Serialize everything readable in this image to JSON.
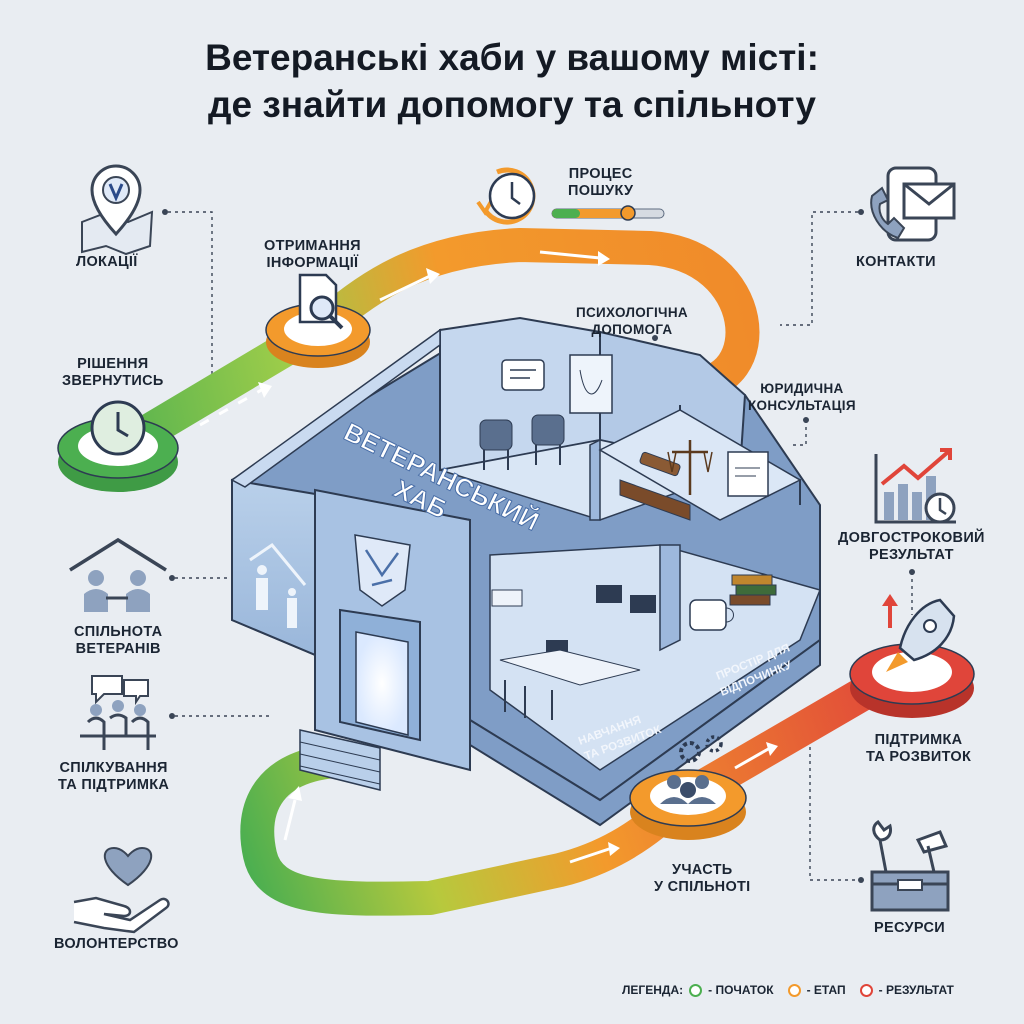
{
  "title": {
    "line1": "Ветеранські хаби у вашому місті:",
    "line2": "де знайти допомогу та спільноту"
  },
  "hub": {
    "sign_line1": "ВЕТЕРАНСЬКИЙ",
    "sign_line2": "ХАБ"
  },
  "side_items": {
    "locations": {
      "label": "ЛОКАЦІЇ",
      "icon": "map-pin-icon"
    },
    "community": {
      "line1": "СПІЛЬНОТА",
      "line2": "ВЕТЕРАНІВ",
      "icon": "people-house-icon"
    },
    "communication": {
      "line1": "СПІЛКУВАННЯ",
      "line2": "ТА ПІДТРИМКА",
      "icon": "chat-group-icon"
    },
    "volunteering": {
      "label": "ВОЛОНТЕРСТВО",
      "icon": "heart-hand-icon"
    },
    "contacts": {
      "label": "КОНТАКТИ",
      "icon": "phone-mail-icon"
    },
    "longterm": {
      "line1": "ДОВГОСТРОКОВИЙ",
      "line2": "РЕЗУЛЬТАТ",
      "icon": "growth-chart-icon"
    },
    "resources": {
      "label": "РЕСУРСИ",
      "icon": "toolbox-icon"
    }
  },
  "path_steps": {
    "decision": {
      "line1": "РІШЕННЯ",
      "line2": "ЗВЕРНУТИСЬ",
      "icon": "clock-icon"
    },
    "info": {
      "line1": "ОТРИМАННЯ",
      "line2": "ІНФОРМАЦІЇ",
      "icon": "document-search-icon"
    },
    "search": {
      "line1": "ПРОЦЕС",
      "line2": "ПОШУКУ",
      "icon": "timer-icon"
    },
    "participation": {
      "line1": "УЧАСТЬ",
      "line2": "У СПІЛЬНОТІ",
      "icon": "group-gears-icon"
    },
    "support": {
      "line1": "ПІДТРИМКА",
      "line2": "ТА РОЗВИТОК",
      "icon": "rocket-icon"
    }
  },
  "rooms": {
    "psych": {
      "line1": "ПСИХОЛОГІЧНА",
      "line2": "ДОПОМОГА"
    },
    "legal": {
      "line1": "ЮРИДИЧНА",
      "line2": "КОНСУЛЬТАЦІЯ"
    },
    "learning": {
      "line1": "НАВЧАННЯ",
      "line2": "ТА РОЗВИТОК"
    },
    "rest": {
      "line1": "ПРОСТІР ДЛЯ",
      "line2": "ВІДПОЧИНКУ"
    }
  },
  "legend": {
    "title": "ЛЕГЕНДА:",
    "start": "- ПОЧАТОК",
    "stage": "- ЕТАП",
    "result": "- РЕЗУЛЬТАТ"
  },
  "colors": {
    "start": "#4caf50",
    "stage": "#f39a2c",
    "result": "#e0453a",
    "building": "#a9c3e2",
    "ink": "#2d3b52"
  }
}
